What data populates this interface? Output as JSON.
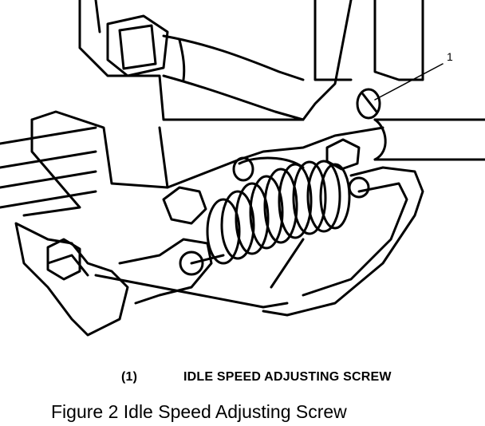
{
  "figure": {
    "callout_number": "1",
    "legend": {
      "number": "(1)",
      "text": "IDLE SPEED ADJUSTING SCREW"
    },
    "caption": "Figure 2 Idle Speed Adjusting Screw"
  }
}
